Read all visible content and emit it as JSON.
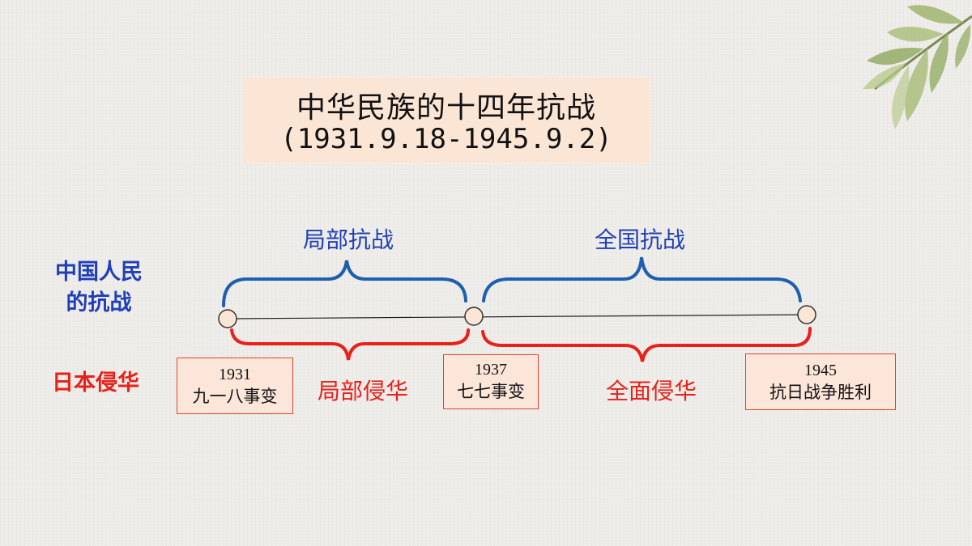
{
  "title": {
    "line1": "中华民族的十四年抗战",
    "line2": "(1931.9.18-1945.9.2)"
  },
  "rows": {
    "china": "中国人民\n的抗战",
    "japan": "日本侵华"
  },
  "china_periods": [
    {
      "label": "局部抗战"
    },
    {
      "label": "全国抗战"
    }
  ],
  "japan_periods": [
    {
      "label": "局部侵华"
    },
    {
      "label": "全面侵华"
    }
  ],
  "events": [
    {
      "year": "1931",
      "name": "九一八事变"
    },
    {
      "year": "1937",
      "name": "七七事变"
    },
    {
      "year": "1945",
      "name": "抗日战争胜利"
    }
  ],
  "colors": {
    "china": "#1f5fb0",
    "japan": "#e8211a",
    "title_bg": "#fbe6d6",
    "event_bg": "#fce6da"
  },
  "decoration": {
    "corner": "leaf-branch"
  }
}
